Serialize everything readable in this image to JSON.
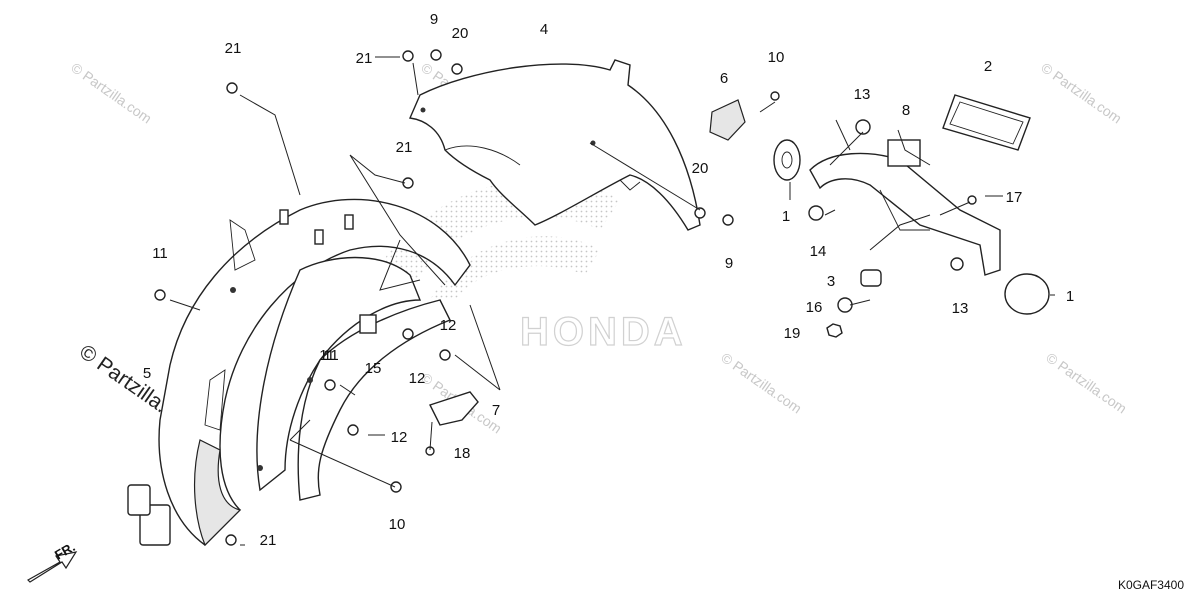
{
  "watermark": {
    "text": "© Partzilla.com",
    "brand": "HONDA"
  },
  "diagram_code": "K0GAF3400",
  "front_indicator": "FR.",
  "callouts": [
    "21",
    "9",
    "20",
    "4",
    "21",
    "10",
    "6",
    "2",
    "8",
    "13",
    "21",
    "11",
    "20",
    "17",
    "1",
    "9",
    "14",
    "3",
    "1",
    "11",
    "16",
    "13",
    "19",
    "5",
    "12",
    "15",
    "12",
    "11",
    "12",
    "7",
    "18",
    "10",
    "21"
  ]
}
